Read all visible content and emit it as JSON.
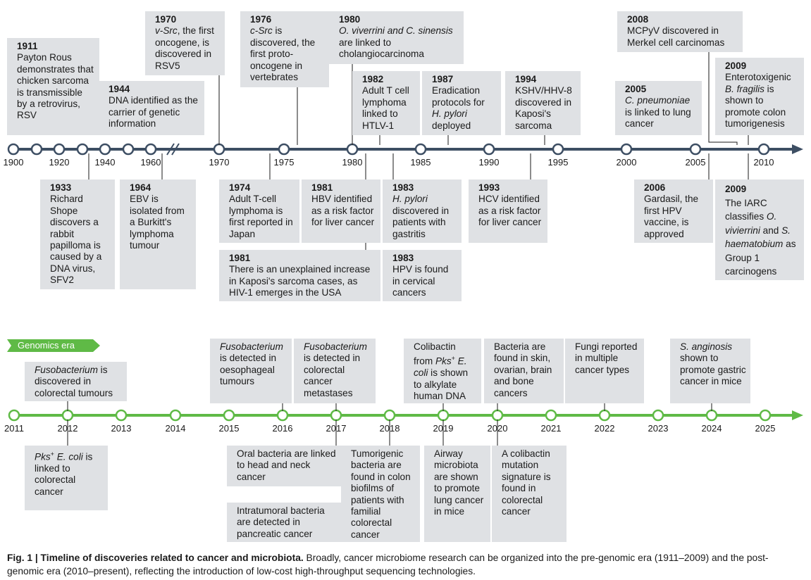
{
  "pre_axis_labels": [
    "1900",
    "1920",
    "1940",
    "1960",
    "1970",
    "1975",
    "1980",
    "1985",
    "1990",
    "1995",
    "2000",
    "2005",
    "2010"
  ],
  "post_axis_labels": [
    "2011",
    "2012",
    "2013",
    "2014",
    "2015",
    "2016",
    "2017",
    "2018",
    "2019",
    "2020",
    "2021",
    "2022",
    "2023",
    "2024",
    "2025"
  ],
  "era_label": "Genomics era",
  "pre_events": {
    "e1911": {
      "year": "1911",
      "text": "Payton Rous demonstrates that chicken sarcoma is transmissible by a retrovirus, RSV"
    },
    "e1944": {
      "year": "1944",
      "text": "DNA identified as the carrier of genetic information"
    },
    "e1970": {
      "year": "1970",
      "text_italic": "v-Src",
      "text": ", the first oncogene, is discovered in RSV5"
    },
    "e1976": {
      "year": "1976",
      "text_italic": "c-Src",
      "text": " is discovered, the first proto-oncogene in vertebrates"
    },
    "e1980": {
      "year": "1980",
      "text_italic": "O. viverrini and C. sinensis",
      "text": " are linked to cholangiocarcinoma"
    },
    "e1982": {
      "year": "1982",
      "text": "Adult T cell lymphoma linked to HTLV-1"
    },
    "e1987": {
      "year": "1987",
      "text": "Eradication protocols for ",
      "text_italic": "H. pylori",
      "text2": " deployed"
    },
    "e1994": {
      "year": "1994",
      "text": "KSHV/HHV-8 discovered in Kaposi's sarcoma"
    },
    "e2005": {
      "year": "2005",
      "text_italic": "C. pneumoniae",
      "text": " is linked to lung cancer"
    },
    "e2008": {
      "year": "2008",
      "text": "MCPyV discovered in Merkel cell carcinomas"
    },
    "e2009a": {
      "year": "2009",
      "text": "Enterotoxigenic ",
      "text_italic": "B. fragilis",
      "text2": " is shown to promote colon tumorigenesis"
    },
    "e1933": {
      "year": "1933",
      "text": "Richard Shope discovers a rabbit papilloma is caused by a DNA virus, SFV2"
    },
    "e1964": {
      "year": "1964",
      "text": "EBV is isolated from a Burkitt's lymphoma tumour"
    },
    "e1974": {
      "year": "1974",
      "text": "Adult T-cell lymphoma is first reported in Japan"
    },
    "e1981a": {
      "year": "1981",
      "text": "HBV identified as a risk factor for liver cancer"
    },
    "e1981b": {
      "year": "1981",
      "text": "There is an unexplained increase in Kaposi's sarcoma cases, as HIV-1 emerges in the USA"
    },
    "e1983a": {
      "year": "1983",
      "text_italic": "H. pylori",
      "text": " discovered in patients with gastritis"
    },
    "e1983b": {
      "year": "1983",
      "text": "HPV is found in cervical cancers"
    },
    "e1993": {
      "year": "1993",
      "text": "HCV identified as a risk factor for liver cancer"
    },
    "e2006": {
      "year": "2006",
      "text": "Gardasil, the first HPV vaccine, is approved"
    },
    "e2009b": {
      "year": "2009",
      "text": "The IARC classifies ",
      "text_italic": "O. vivierrini",
      "text2": " and ",
      "text_italic2": "S. haematobium",
      "text3": " as Group 1 carcinogens"
    }
  },
  "post_events": {
    "p2012a": {
      "text_italic": "Fusobacterium",
      "text": " is discovered in colorectal tumours"
    },
    "p2016": {
      "text_italic": "Fusobacterium",
      "text": " is detected in oesophageal tumours"
    },
    "p2017a": {
      "text_italic": "Fusobacterium",
      "text": " is detected in colorectal cancer metastases"
    },
    "p2019a": {
      "text": "Colibactin from ",
      "text_italic": "Pks",
      "sup": "+",
      "text_italic2": " E. coli",
      "text2": " is shown to alkylate human DNA"
    },
    "p2020a": {
      "text": "Bacteria are found in skin, ovarian, brain and bone cancers"
    },
    "p2022": {
      "text": "Fungi reported in multiple cancer types"
    },
    "p2024": {
      "text_italic": "S. anginosis",
      "text": " shown to promote gastric cancer in mice"
    },
    "p2012b": {
      "text_italic": "Pks",
      "sup": "+",
      "text_italic2": " E. coli",
      "text": " is linked to colorectal cancer"
    },
    "p2017b": {
      "text": "Oral bacteria are linked to head and neck cancer"
    },
    "p2017c": {
      "text": "Intratumoral bacteria are detected in pancreatic cancer"
    },
    "p2018": {
      "text": "Tumorigenic bacteria are found in colon biofilms of patients with familial colorectal cancer"
    },
    "p2019b": {
      "text": "Airway microbiota are shown to promote lung cancer in mice"
    },
    "p2020b": {
      "text": "A colibactin mutation signature is found in colorectal cancer"
    }
  },
  "caption": {
    "bold": "Fig. 1 | Timeline of discoveries related to cancer and microbiota.",
    "text": " Broadly, cancer microbiome research can be organized into the pre-genomic era (1911–2009) and the post-genomic era (2010–present), reflecting the introduction of low-cost high-throughput sequencing technologies."
  },
  "colors": {
    "axis_dark": "#3d4e63",
    "axis_green": "#5fba46",
    "box": "#dfe1e4"
  }
}
